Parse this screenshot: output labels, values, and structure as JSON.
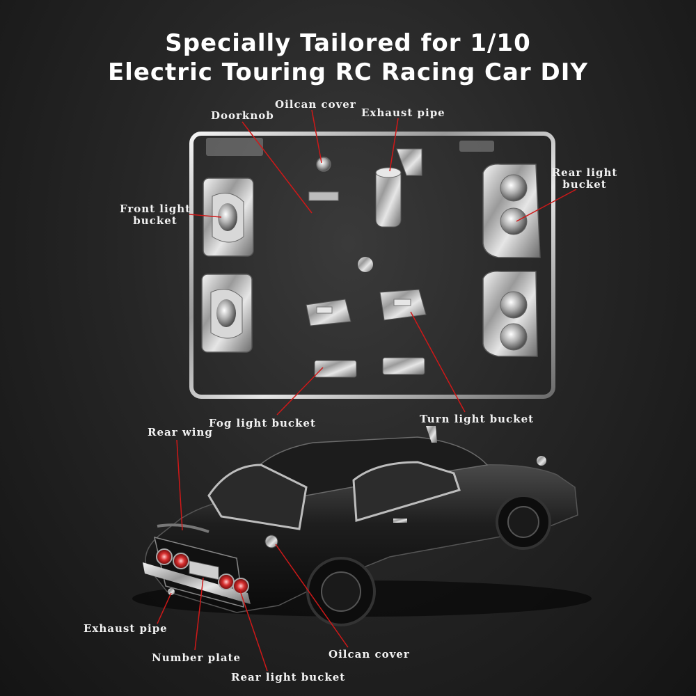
{
  "header": {
    "title_line1": "Specially Tailored for 1/10",
    "title_line2": "Electric Touring RC Racing Car DIY"
  },
  "sprue_labels": {
    "doorknob": "Doorknob",
    "oilcan_cover": "Oilcan cover",
    "exhaust_pipe": "Exhaust pipe",
    "rear_light_bucket_line1": "Rear light",
    "rear_light_bucket_line2": "bucket",
    "front_light_bucket_line1": "Front light",
    "front_light_bucket_line2": "bucket",
    "fog_light_bucket": "Fog light bucket",
    "turn_light_bucket": "Turn light bucket"
  },
  "car_labels": {
    "rear_wing": "Rear wing",
    "exhaust_pipe": "Exhaust pipe",
    "number_plate": "Number plate",
    "oilcan_cover": "Oilcan cover",
    "rear_light_bucket": "Rear light bucket"
  },
  "colors": {
    "background": "#1c1c1c",
    "chrome": "#c8c8c8",
    "callout_line": "#d01818",
    "text": "#ffffff"
  }
}
